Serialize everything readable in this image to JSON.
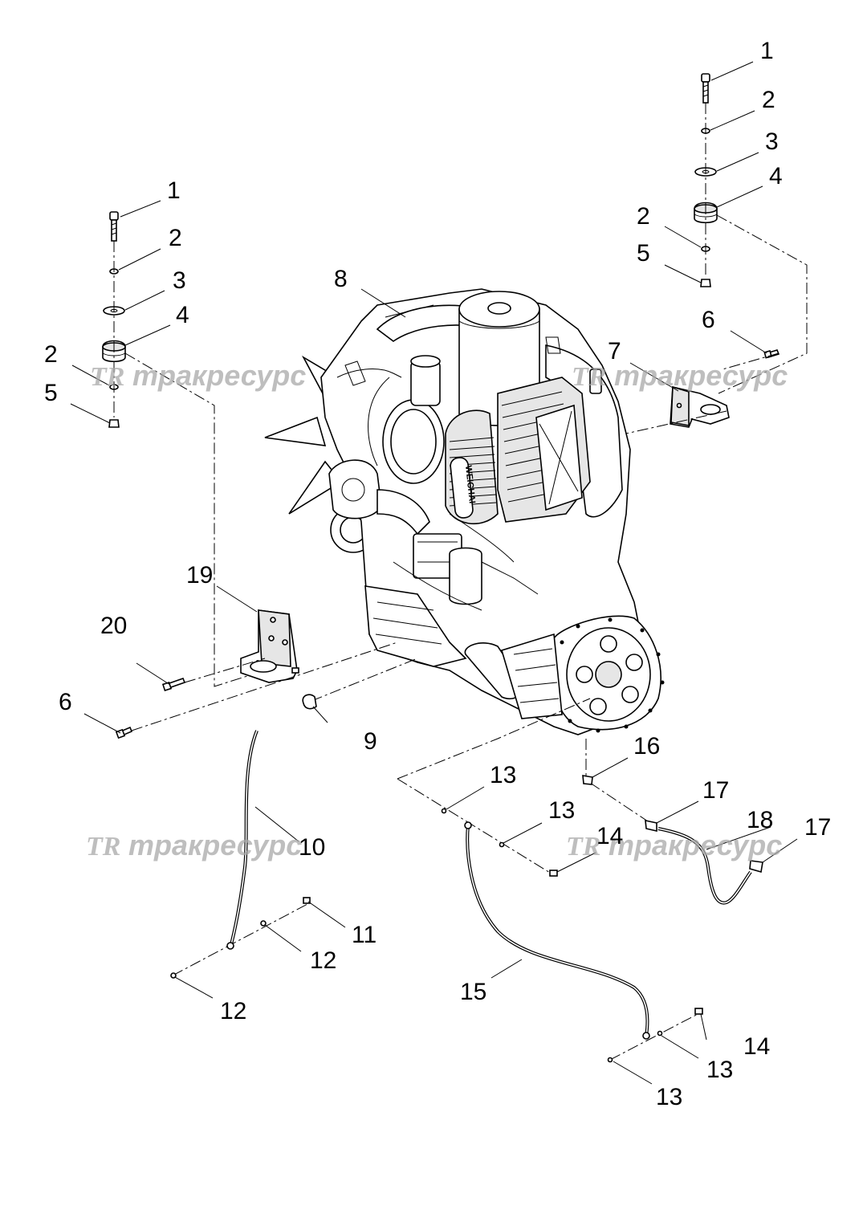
{
  "labels": {
    "p1a": "1",
    "p2a": "2",
    "p3a": "3",
    "p4a": "4",
    "p2b": "2",
    "p5a": "5",
    "p1b": "1",
    "p2c": "2",
    "p3b": "3",
    "p4b": "4",
    "p2d": "2",
    "p5b": "5",
    "p6a": "6",
    "p6b": "6",
    "p7": "7",
    "p8": "8",
    "p9": "9",
    "p10": "10",
    "p11": "11",
    "p12a": "12",
    "p12b": "12",
    "p13a": "13",
    "p13b": "13",
    "p13c": "13",
    "p13d": "13",
    "p14a": "14",
    "p14b": "14",
    "p15": "15",
    "p16": "16",
    "p17a": "17",
    "p17b": "17",
    "p18": "18",
    "p19": "19",
    "p20": "20"
  },
  "watermark": {
    "logo": "TR",
    "text": "тракресурс"
  },
  "engine_brand": "WEICHAI"
}
